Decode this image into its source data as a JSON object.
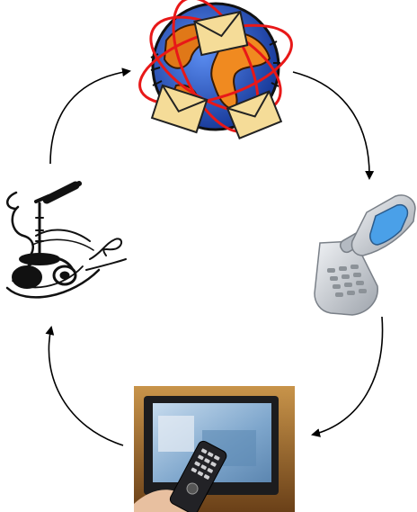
{
  "diagram": {
    "type": "cycle",
    "direction": "clockwise",
    "nodes": [
      {
        "id": "email",
        "icon": "globe-email-icon"
      },
      {
        "id": "mobile",
        "icon": "flip-phone-icon"
      },
      {
        "id": "television",
        "icon": "tv-remote-photo"
      },
      {
        "id": "radio",
        "icon": "microphone-headphones-icon"
      }
    ],
    "edges": [
      {
        "from": "email",
        "to": "mobile"
      },
      {
        "from": "mobile",
        "to": "television"
      },
      {
        "from": "television",
        "to": "radio"
      },
      {
        "from": "radio",
        "to": "email"
      }
    ],
    "colors": {
      "arrow": "#000000",
      "globe_ocean": "#2f5fc8",
      "globe_land": "#e07818",
      "orbit": "#e81818",
      "envelope": "#f5dc98",
      "phone_body": "#c8ccd2",
      "phone_screen": "#4aa0e8",
      "tv_backdrop": "#a8702a",
      "tv_screen": "#8fb6d8"
    }
  }
}
